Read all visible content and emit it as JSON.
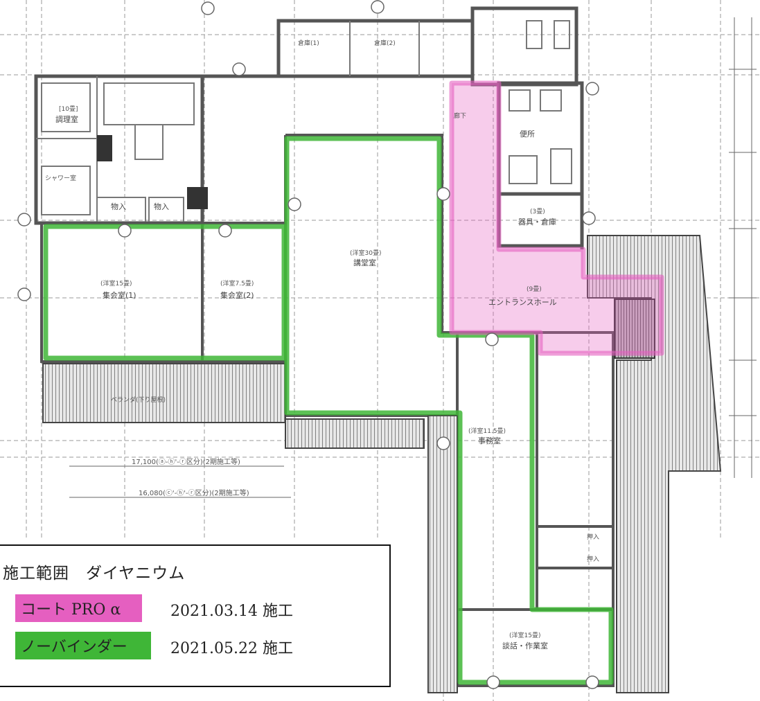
{
  "rooms": {
    "kitchen": "調理室",
    "kitchen_size": "[10畳]",
    "storage1": "物入",
    "storage2": "物入",
    "shower": "シャワー室",
    "meeting1": "集会室(1)",
    "meeting1_size": "(洋室15畳)",
    "meeting2": "集会室(2)",
    "meeting2_size": "(洋室7.5畳)",
    "hall": "講堂室",
    "hall_size": "(洋室30畳)",
    "entrance": "エントランスホール",
    "entrance_size": "(9畳)",
    "wc": "便所",
    "tools": "器具・倉庫",
    "tools_size": "(3畳)",
    "office": "事務室",
    "office_size": "(洋室11.5畳)",
    "lounge": "談話・作業室",
    "lounge_size": "(洋室15畳)",
    "veranda": "ベランダ(下り屋根)",
    "corridor": "廊下",
    "storage3": "押入",
    "storage4": "押入",
    "storeroom1": "倉庫(1)",
    "storeroom2": "倉庫(2)"
  },
  "dimensions": {
    "d1": "17,100(ⓐ-ⓗ'-ⓡ区分)(2期施工等)",
    "d2": "16,080(ⓒ'-ⓗ'-ⓡ区分)(2期施工等)"
  },
  "legend": {
    "title": "施工範囲　ダイヤニウム",
    "item1_label": "コート PRO α",
    "item1_date": "2021.03.14 施工",
    "item2_label": "ノーバインダー",
    "item2_date": "2021.05.22 施工",
    "item1_color": "#e55fc0",
    "item2_color": "#3fb637"
  }
}
